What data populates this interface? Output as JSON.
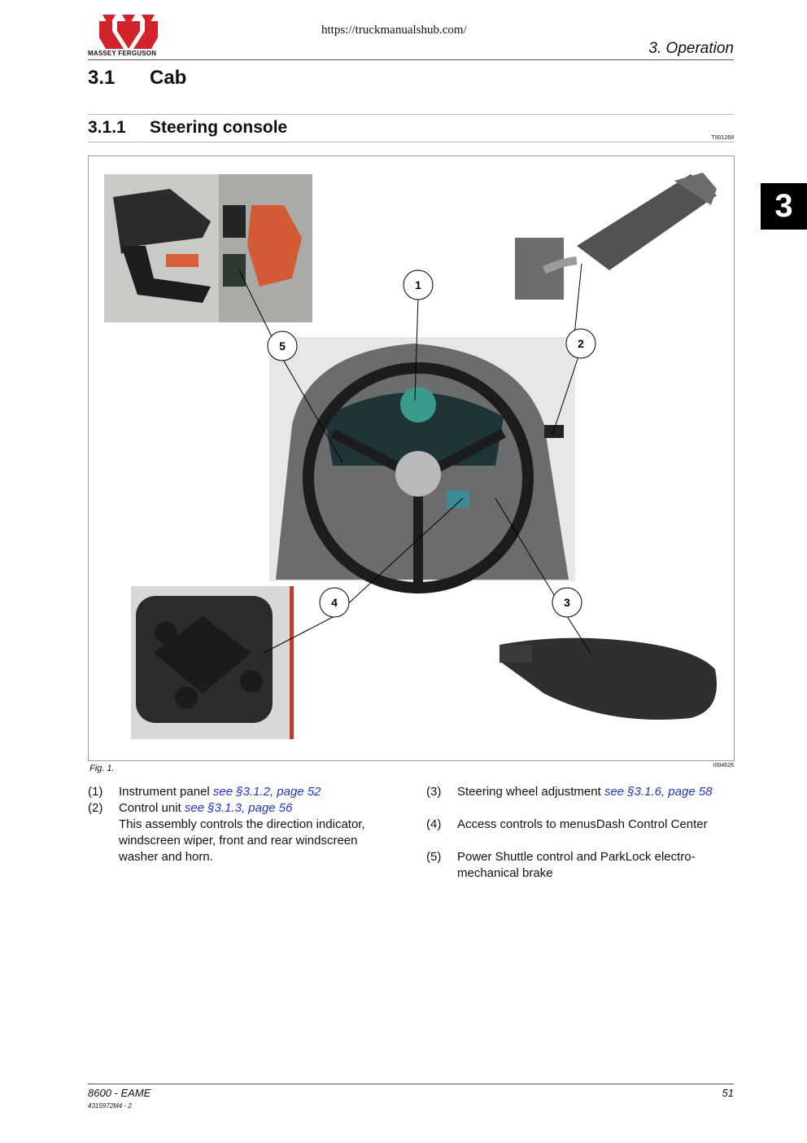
{
  "header": {
    "brand": "MASSEY FERGUSON",
    "url": "https://truckmanualshub.com/",
    "section": "3. Operation"
  },
  "headings": {
    "h1_number": "3.1",
    "h1_title": "Cab",
    "h2_number": "3.1.1",
    "h2_title": "Steering console",
    "topic_code": "T001269"
  },
  "chapter_tab": "3",
  "figure": {
    "caption": "Fig. 1.",
    "image_code": "I004626",
    "callouts": [
      "1",
      "2",
      "3",
      "4",
      "5"
    ]
  },
  "legend": [
    {
      "num": "(1)",
      "text": "Instrument panel ",
      "link": "see §3.1.2, page 52"
    },
    {
      "num": "(2)",
      "text": "Control unit ",
      "link": "see §3.1.3, page 56",
      "extra": "This assembly controls the direction indicator, windscreen wiper, front and rear windscreen washer and horn."
    },
    {
      "num": "(3)",
      "text": "Steering wheel adjustment ",
      "link": "see §3.1.6, page 58"
    },
    {
      "num": "(4)",
      "text": "Access controls to  menusDash Control Center"
    },
    {
      "num": "(5)",
      "text": "Power Shuttle control and ParkLock electro-mechanical brake"
    }
  ],
  "footer": {
    "model": "8600 - EAME",
    "page": "51",
    "doc_code": "4315972M4 - 2"
  }
}
